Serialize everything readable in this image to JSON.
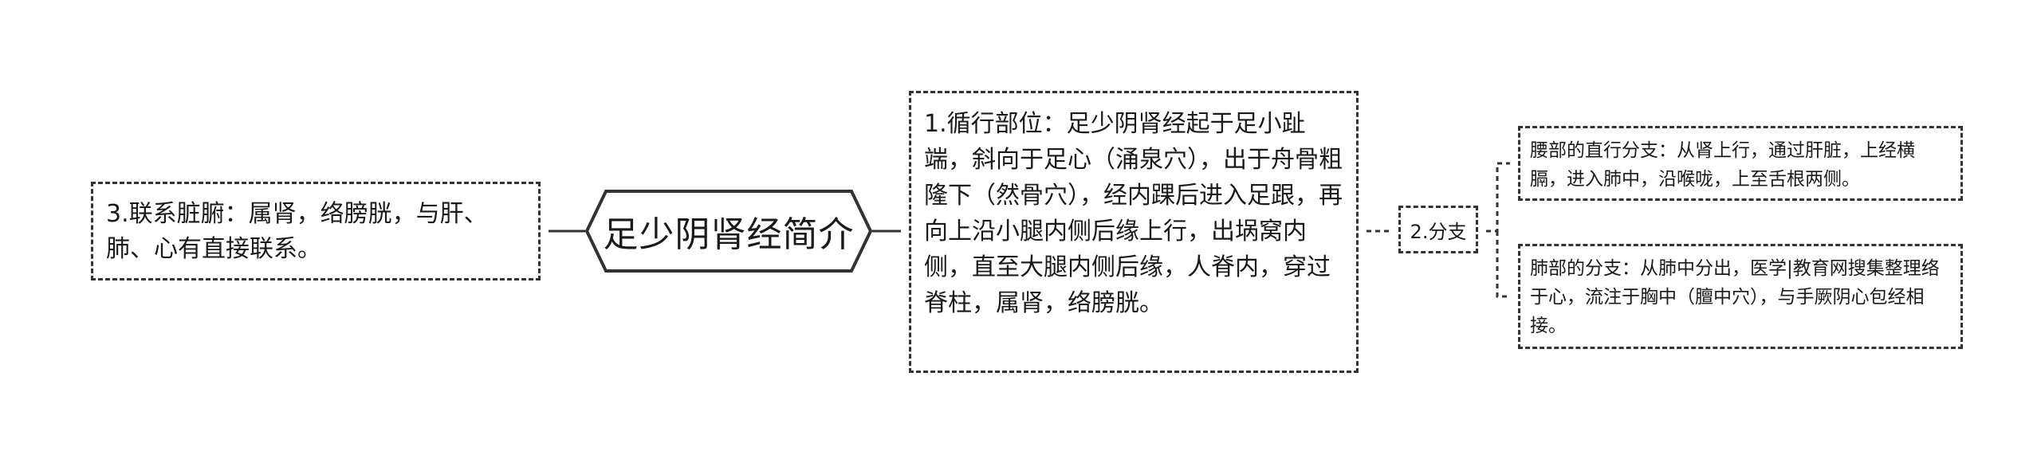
{
  "mindmap": {
    "central": "足少阴肾经简介",
    "left": [
      {
        "text": "3.联系脏腑：属肾，络膀胱，与肝、肺、心有直接联系。"
      }
    ],
    "right": [
      {
        "text": "1.循行部位：足少阴肾经起于足小趾端，斜向于足心（涌泉穴），出于舟骨粗隆下（然骨穴），经内踝后进入足跟，再向上沿小腿内侧后缘上行，出埚窝内侧，直至大腿内侧后缘，人脊内，穿过脊柱，属肾，络膀胱。"
      },
      {
        "text": "2.分支",
        "children": [
          {
            "text": "腰部的直行分支：从肾上行，通过肝脏，上经横膈，进入肺中，沿喉咙，上至舌根两侧。"
          },
          {
            "text": "肺部的分支：从肺中分出，医学|教育网搜集整理络于心，流注于胸中（膻中穴），与手厥阴心包经相接。"
          }
        ]
      }
    ]
  },
  "colors": {
    "stroke": "#333333",
    "background": "#ffffff",
    "text": "#1a1a1a"
  }
}
